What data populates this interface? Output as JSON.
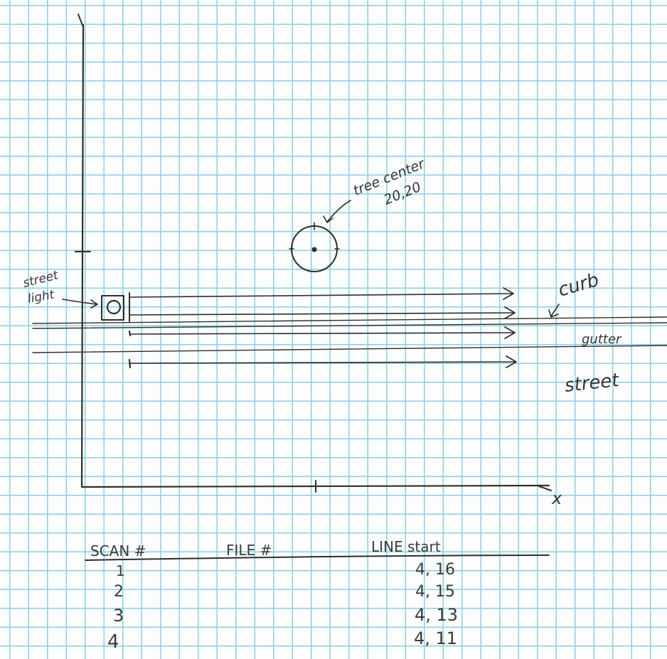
{
  "labels": {
    "tree": [
      "tree center",
      "20,20"
    ],
    "street_light": [
      "street",
      "light"
    ],
    "curb": "curb",
    "gutter": "gutter",
    "street": "street",
    "x_axis": "x"
  },
  "table": {
    "headers": [
      "SCAN #",
      "FILE #",
      "LINE start"
    ],
    "rows": [
      {
        "scan": "1",
        "file": "",
        "start": "4, 16"
      },
      {
        "scan": "2",
        "file": "",
        "start": "4, 15"
      },
      {
        "scan": "3",
        "file": "",
        "start": "4, 13"
      },
      {
        "scan": "4",
        "file": "",
        "start": "4, 11"
      }
    ]
  },
  "colors": {
    "grid": "#8ecde6",
    "paper": "#fbfdfe",
    "ink": "#2e2e2e"
  }
}
